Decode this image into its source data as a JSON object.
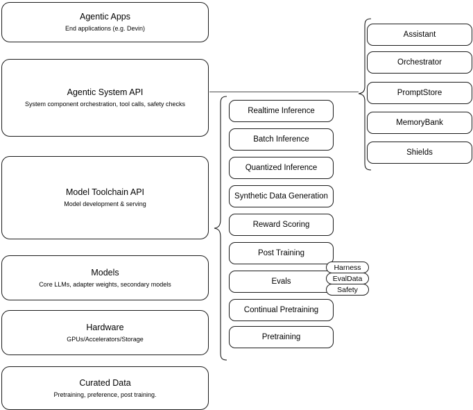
{
  "diagram": {
    "title": "LLM Stack Architecture Diagram",
    "stroke_color": "#1a1a1a",
    "connector_color": "#4d4d4d",
    "background": "#ffffff"
  },
  "layers": [
    {
      "name": "agentic-apps",
      "title": "Agentic Apps",
      "subtitle": "End applications (e.g. Devin)"
    },
    {
      "name": "agentic-system-api",
      "title": "Agentic System API",
      "subtitle": "System component orchestration, tool calls, safety checks"
    },
    {
      "name": "model-toolchain-api",
      "title": "Model Toolchain API",
      "subtitle": "Model development & serving"
    },
    {
      "name": "models",
      "title": "Models",
      "subtitle": "Core LLMs, adapter weights, secondary models"
    },
    {
      "name": "hardware",
      "title": "Hardware",
      "subtitle": "GPUs/Accelerators/Storage"
    },
    {
      "name": "curated-data",
      "title": "Curated Data",
      "subtitle": "Pretraining, preference, post training."
    }
  ],
  "toolchain_components": [
    {
      "name": "realtime-inference",
      "title": "Realtime Inference"
    },
    {
      "name": "batch-inference",
      "title": "Batch Inference"
    },
    {
      "name": "quantized-inference",
      "title": "Quantized Inference"
    },
    {
      "name": "synthetic-data-generation",
      "title": "Synthetic Data Generation"
    },
    {
      "name": "reward-scoring",
      "title": "Reward Scoring"
    },
    {
      "name": "post-training",
      "title": "Post Training"
    },
    {
      "name": "evals",
      "title": "Evals"
    },
    {
      "name": "continual-pretraining",
      "title": "Continual Pretraining"
    },
    {
      "name": "pretraining",
      "title": "Pretraining"
    }
  ],
  "evals_subcomponents": [
    {
      "name": "harness",
      "title": "Harness"
    },
    {
      "name": "evaldata",
      "title": "EvalData"
    },
    {
      "name": "safety",
      "title": "Safety"
    }
  ],
  "system_components": [
    {
      "name": "assistant",
      "title": "Assistant"
    },
    {
      "name": "orchestrator",
      "title": "Orchestrator"
    },
    {
      "name": "promptstore",
      "title": "PromptStore"
    },
    {
      "name": "memorybank",
      "title": "MemoryBank"
    },
    {
      "name": "shields",
      "title": "Shields"
    }
  ]
}
